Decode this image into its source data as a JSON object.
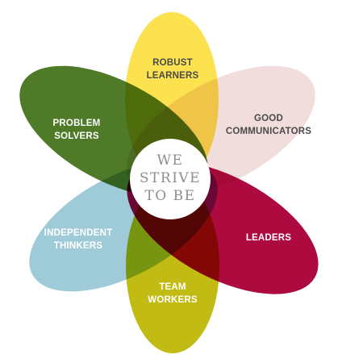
{
  "center": {
    "lines": [
      "WE",
      "STRIVE",
      "TO BE"
    ]
  },
  "petals": [
    {
      "id": "robust-learners",
      "lines": [
        "ROBUST",
        "LEARNERS"
      ],
      "color": "#fde250",
      "text_color": "dark"
    },
    {
      "id": "good-communicators",
      "lines": [
        "GOOD",
        "COMMUNICATORS"
      ],
      "color": "#f2dddd",
      "text_color": "dark"
    },
    {
      "id": "leaders",
      "lines": [
        "LEADERS"
      ],
      "color": "#ad0a40",
      "text_color": "light"
    },
    {
      "id": "team-workers",
      "lines": [
        "TEAM",
        "WORKERS"
      ],
      "color": "#c1bb14",
      "text_color": "light"
    },
    {
      "id": "independent-thinkers",
      "lines": [
        "INDEPENDENT",
        "THINKERS"
      ],
      "color": "#9fcbd8",
      "text_color": "light"
    },
    {
      "id": "problem-solvers",
      "lines": [
        "PROBLEM",
        "SOLVERS"
      ],
      "color": "#4f7a28",
      "text_color": "light"
    }
  ]
}
